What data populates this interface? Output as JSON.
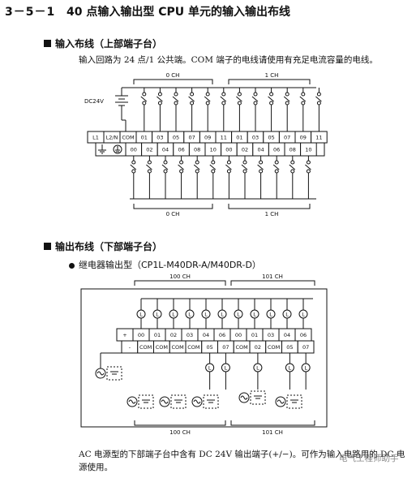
{
  "section": {
    "number": "3－5－1",
    "title": "40 点输入输出型 CPU 单元的输入输出布线"
  },
  "input_wiring": {
    "heading": "输入布线（上部端子台）",
    "description": "输入回路为 24 点/1 公共端。COM 端子的电线请使用有充足电流容量的电线。",
    "power_label": "DC24V",
    "top_row": [
      "L1",
      "L2/N",
      "COM",
      "01",
      "03",
      "05",
      "07",
      "09",
      "11",
      "01",
      "03",
      "05",
      "07",
      "09",
      "11"
    ],
    "bottom_row": [
      "00",
      "02",
      "04",
      "06",
      "08",
      "10",
      "00",
      "02",
      "04",
      "06",
      "08",
      "10"
    ],
    "ch_top": [
      "0 CH",
      "1 CH"
    ],
    "ch_bottom": [
      "0 CH",
      "1 CH"
    ]
  },
  "output_wiring": {
    "heading": "输出布线（下部端子台）",
    "bullet": "继电器输出型（CP1L-M40DR-A/M40DR-D）",
    "top_row": [
      "+",
      "00",
      "01",
      "02",
      "03",
      "04",
      "06",
      "00",
      "01",
      "03",
      "04",
      "06"
    ],
    "bottom_row": [
      "-",
      "COM",
      "COM",
      "COM",
      "COM",
      "05",
      "07",
      "COM",
      "02",
      "COM",
      "05",
      "07"
    ],
    "ch_top": [
      "100 CH",
      "101 CH"
    ],
    "ch_bottom": [
      "100 CH",
      "101 CH"
    ],
    "load_label": "L"
  },
  "footer": {
    "line1": "AC 电源型的下部端子台中含有 DC 24V 输出端子(+/−)。可作为输入电路用的 DC 电",
    "line2": "源使用。"
  },
  "watermark": "电气工程师助手"
}
